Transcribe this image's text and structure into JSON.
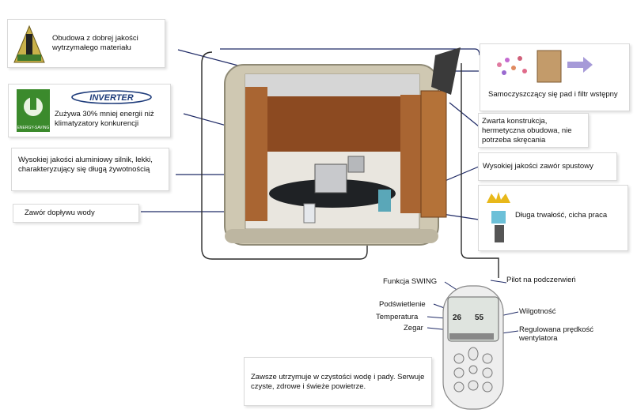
{
  "callouts": {
    "housing": "Obudowa z dobrej jakości wytrzymałego materiału",
    "inverter_logo": "INVERTER",
    "energy_badge": "ENERGY-SAVING",
    "inverter": "Zużywa 30% mniej energii niż klimatyzatory konkurencji",
    "motor": "Wysokiej jakości aluminiowy silnik, lekki, charakteryzujący się długą żywotnością",
    "inlet_valve": "Zawór dopływu wody",
    "self_cleaning": "Samoczyszczący się pad i filtr wstępny",
    "closed_construction": "Zwarta konstrukcja, hermetyczna obudowa, nie potrzeba skręcania",
    "drain_valve": "Wysokiej jakości zawór spustowy",
    "long_life": "Długa trwałość, cicha praca",
    "clean_water": "Zawsze utrzymuje w czystości wodę i pady. Serwuje czyste, zdrowe i świeże powietrze."
  },
  "remote": {
    "swing": "Funkcja SWING",
    "ir_remote": "Pilot na podczerwień",
    "backlight": "Podświetlenie",
    "humidity": "Wilgotność",
    "temperature": "Temperatura",
    "clock": "Zegar",
    "fan_speed": "Regulowana prędkość wentylatora",
    "display_temp": "26",
    "display_humidity": "55"
  }
}
